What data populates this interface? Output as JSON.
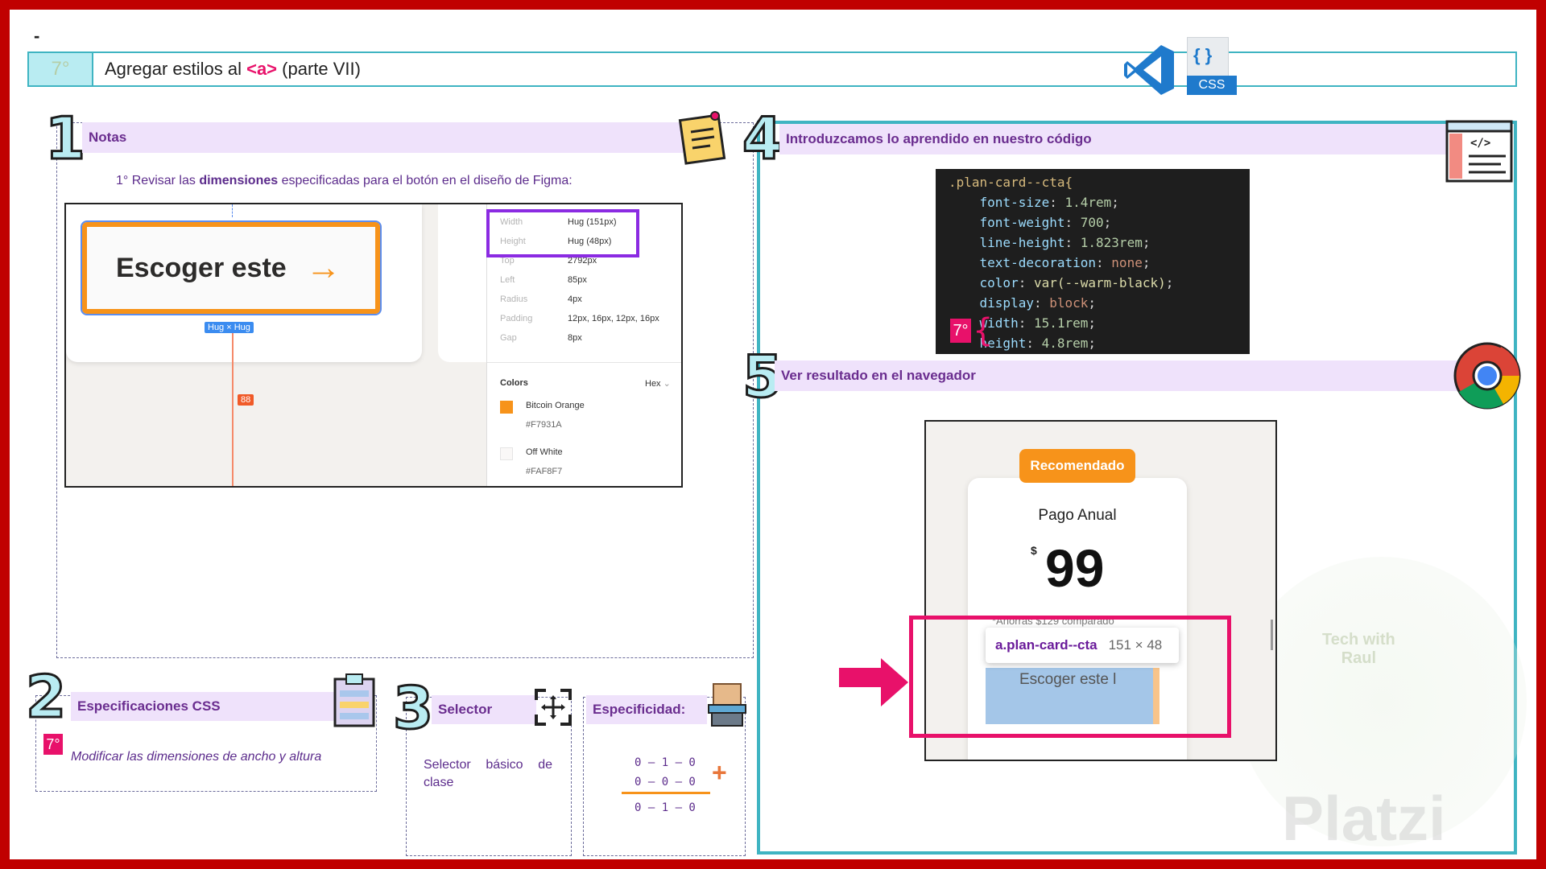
{
  "header": {
    "dash": "-",
    "number": "7°",
    "title_before": "Agregar estilos al ",
    "title_tag": "<a>",
    "title_after": " (parte VII)",
    "css_icon_label": "CSS",
    "css_icon_braces": "{ }"
  },
  "sections": {
    "notas": {
      "num": "1",
      "label": "Notas"
    },
    "specs": {
      "num": "2",
      "label": "Especificaciones CSS"
    },
    "selector": {
      "num": "3",
      "label": "Selector"
    },
    "especificidad": {
      "label": "Especificidad:"
    },
    "codigo": {
      "num": "4",
      "label": "Introduzcamos lo aprendido en nuestro código"
    },
    "navegador": {
      "num": "5",
      "label": "Ver resultado en el navegador"
    }
  },
  "notes": {
    "line_prefix": "1° Revisar las ",
    "line_bold": "dimensiones",
    "line_suffix": " especificadas para el botón en el diseño de Figma:"
  },
  "figma": {
    "button_label": "Escoger este",
    "button_arrow": "→",
    "hug_badge": "Hug × Hug",
    "gap_badge": "88",
    "properties": [
      {
        "key": "Width",
        "value": "Hug (151px)"
      },
      {
        "key": "Height",
        "value": "Hug (48px)"
      },
      {
        "key": "Top",
        "value": "2792px"
      },
      {
        "key": "Left",
        "value": "85px"
      },
      {
        "key": "Radius",
        "value": "4px"
      },
      {
        "key": "Padding",
        "value": "12px, 16px, 12px, 16px"
      },
      {
        "key": "Gap",
        "value": "8px"
      }
    ],
    "colors_label": "Colors",
    "hex_label": "Hex",
    "colors": [
      {
        "name": "Bitcoin Orange",
        "hex": "#F7931A"
      },
      {
        "name": "Off White",
        "hex": "#FAF8F7"
      }
    ]
  },
  "code": {
    "selector": ".plan-card--cta{",
    "lines": [
      {
        "prop": "font-size",
        "value": "1.4rem"
      },
      {
        "prop": "font-weight",
        "value": "700"
      },
      {
        "prop": "line-height",
        "value": "1.823rem"
      },
      {
        "prop": "text-decoration",
        "value": "none"
      },
      {
        "prop": "color",
        "value": "var(--warm-black)"
      },
      {
        "prop": "display",
        "value": "block"
      },
      {
        "prop": "width",
        "value": "15.1rem"
      },
      {
        "prop": "height",
        "value": "4.8rem"
      }
    ],
    "marker": "7°"
  },
  "browser": {
    "badge": "Recomendado",
    "plan": "Pago Anual",
    "currency": "$",
    "price": "99",
    "savings": "*Ahorras $129 comparado",
    "tooltip_name": "a.plan-card--cta",
    "tooltip_dims": "151 × 48",
    "button_text": "Escoger este l"
  },
  "specs_text": {
    "marker": "7°",
    "text": "Modificar las dimensiones de ancho y altura"
  },
  "selector_text": "Selector básico de clase",
  "specificity": {
    "row1": "0 – 1 – 0",
    "row2": "0 – 0 – 0",
    "result": "0 – 1 – 0",
    "plus": "+"
  },
  "watermark": {
    "line1": "Tech with",
    "line2": "Raul",
    "brand": "Platzi"
  },
  "colors": {
    "accent_pink": "#e8116a",
    "teal": "#3fb4c2",
    "bitcoin_orange": "#f7931a",
    "band_purple": "#efe2fb"
  }
}
